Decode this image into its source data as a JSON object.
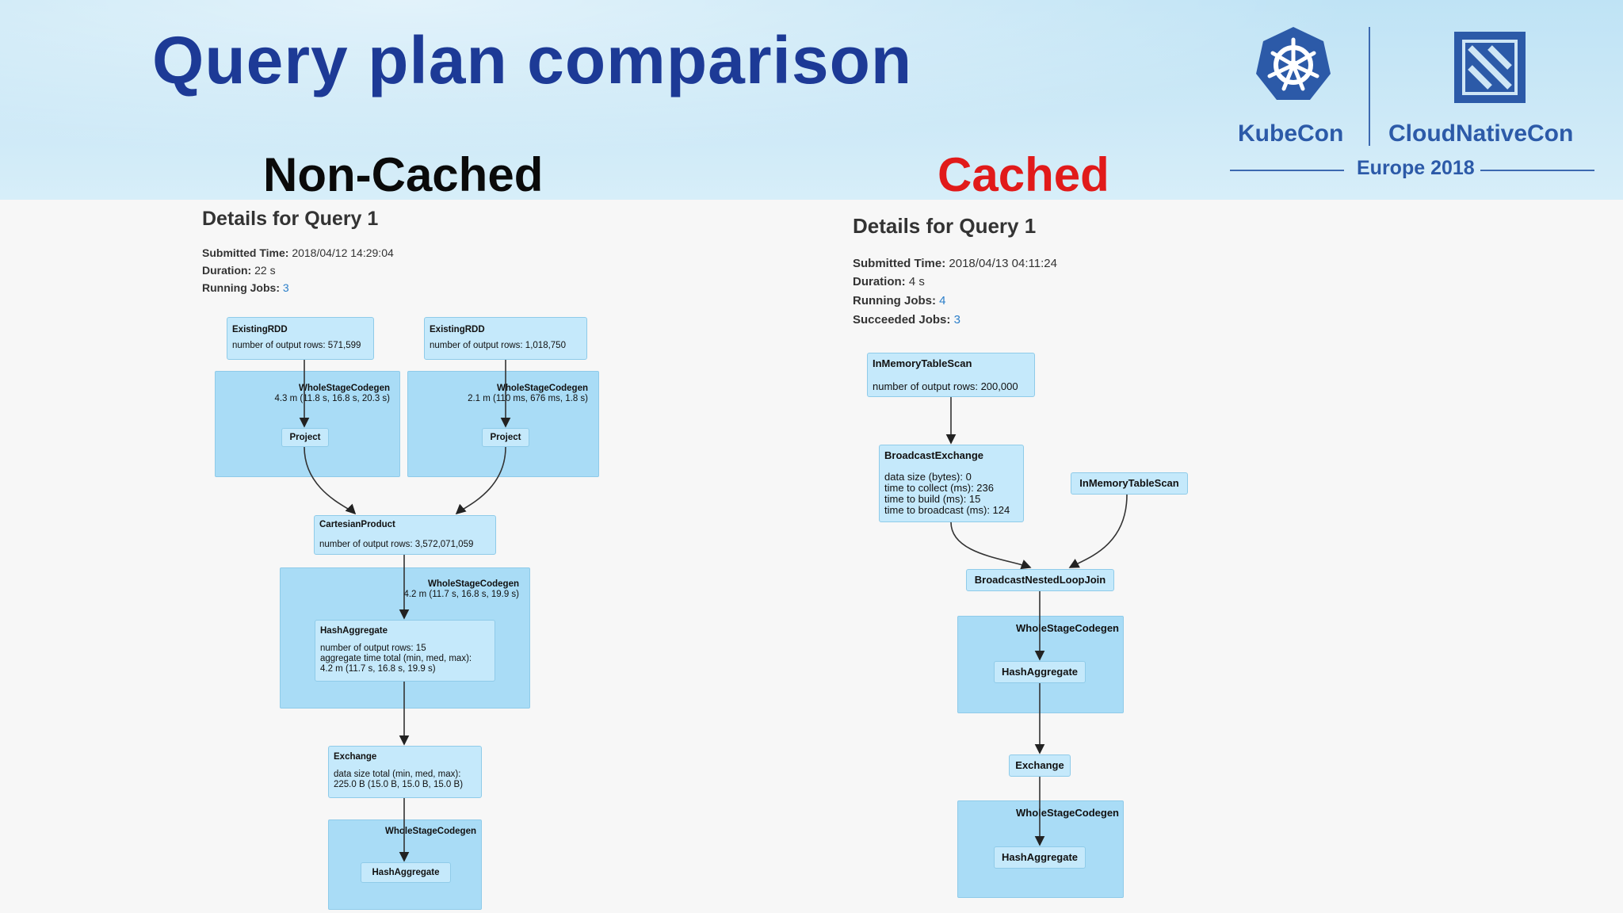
{
  "slide": {
    "title": "Query plan comparison",
    "noncached_header": "Non-Cached",
    "cached_header": "Cached",
    "kubecon_label": "KubeCon",
    "cloudnativecon_label": "CloudNativeCon",
    "event_label": "Europe 2018"
  },
  "colors": {
    "title": "#1d3a96",
    "cached": "#e11a1a",
    "noncached": "#0a0a0a",
    "node_fill": "#c5e9fb",
    "cluster_fill": "#a9dcf6",
    "link": "#2a7ec9"
  },
  "left": {
    "query_title": "Details for Query 1",
    "submitted_label": "Submitted Time:",
    "submitted_value": "2018/04/12 14:29:04",
    "duration_label": "Duration:",
    "duration_value": "22 s",
    "running_label": "Running Jobs:",
    "running_value": "3",
    "rdd1": {
      "title": "ExistingRDD",
      "detail": "number of output rows: 571,599"
    },
    "rdd2": {
      "title": "ExistingRDD",
      "detail": "number of output rows: 1,018,750"
    },
    "wsc1": {
      "title": "WholeStageCodegen",
      "detail": "4.3 m (11.8 s, 16.8 s, 20.3 s)"
    },
    "wsc2": {
      "title": "WholeStageCodegen",
      "detail": "2.1 m (110 ms, 676 ms, 1.8 s)"
    },
    "project1": "Project",
    "project2": "Project",
    "cartesian": {
      "title": "CartesianProduct",
      "detail": "number of output rows: 3,572,071,059"
    },
    "wsc3": {
      "title": "WholeStageCodegen",
      "detail": "4.2 m (11.7 s, 16.8 s, 19.9 s)"
    },
    "hashagg1": {
      "title": "HashAggregate",
      "line1": "number of output rows: 15",
      "line2": "aggregate time total (min, med, max):",
      "line3": "4.2 m (11.7 s, 16.8 s, 19.9 s)"
    },
    "exchange": {
      "title": "Exchange",
      "line1": "data size total (min, med, max):",
      "line2": "225.0 B (15.0 B, 15.0 B, 15.0 B)"
    },
    "wsc4": {
      "title": "WholeStageCodegen"
    },
    "hashagg2": "HashAggregate"
  },
  "right": {
    "query_title": "Details for Query 1",
    "submitted_label": "Submitted Time:",
    "submitted_value": "2018/04/13 04:11:24",
    "duration_label": "Duration:",
    "duration_value": "4 s",
    "running_label": "Running Jobs:",
    "running_value": "4",
    "succeeded_label": "Succeeded Jobs:",
    "succeeded_value": "3",
    "scan1": {
      "title": "InMemoryTableScan",
      "detail": "number of output rows: 200,000"
    },
    "bcast": {
      "title": "BroadcastExchange",
      "line1": "data size (bytes): 0",
      "line2": "time to collect (ms): 236",
      "line3": "time to build (ms): 15",
      "line4": "time to broadcast (ms): 124"
    },
    "scan2": "InMemoryTableScan",
    "bnlj": "BroadcastNestedLoopJoin",
    "wsc1": "WholeStageCodegen",
    "hashagg1": "HashAggregate",
    "exchange": "Exchange",
    "wsc2": "WholeStageCodegen",
    "hashagg2": "HashAggregate"
  }
}
